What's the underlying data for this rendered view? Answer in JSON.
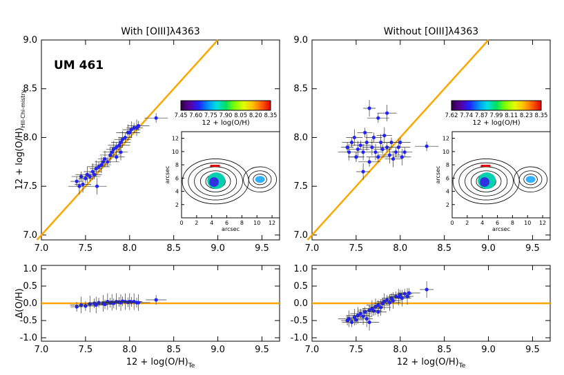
{
  "chart_data": [
    {
      "panel": "top-left",
      "type": "scatter",
      "title": "With [OIII]λ4363",
      "label": "UM 461",
      "ylabel": "12 + log(O/H)",
      "ylabel_sub": "HII-Chi-mistry",
      "xlim": [
        7.0,
        9.7
      ],
      "ylim": [
        6.95,
        9.0
      ],
      "xticks": [
        "7.0",
        "7.5",
        "8.0",
        "8.5",
        "9.0",
        "9.5"
      ],
      "yticks": [
        "7.0",
        "7.5",
        "8.0",
        "8.5",
        "9.0"
      ],
      "one_to_one_line": true,
      "line_color": "#ffa500",
      "point_color": "#1a1aff",
      "points": [
        [
          7.4,
          7.55
        ],
        [
          7.43,
          7.5
        ],
        [
          7.45,
          7.6
        ],
        [
          7.47,
          7.52
        ],
        [
          7.5,
          7.58
        ],
        [
          7.52,
          7.62
        ],
        [
          7.55,
          7.6
        ],
        [
          7.58,
          7.65
        ],
        [
          7.6,
          7.62
        ],
        [
          7.62,
          7.68
        ],
        [
          7.65,
          7.7
        ],
        [
          7.68,
          7.72
        ],
        [
          7.7,
          7.75
        ],
        [
          7.72,
          7.78
        ],
        [
          7.75,
          7.75
        ],
        [
          7.78,
          7.82
        ],
        [
          7.8,
          7.85
        ],
        [
          7.82,
          7.88
        ],
        [
          7.85,
          7.9
        ],
        [
          7.88,
          7.92
        ],
        [
          7.9,
          7.95
        ],
        [
          7.92,
          7.98
        ],
        [
          7.95,
          8.0
        ],
        [
          7.98,
          8.05
        ],
        [
          8.0,
          8.05
        ],
        [
          8.02,
          8.08
        ],
        [
          8.05,
          8.1
        ],
        [
          8.08,
          8.1
        ],
        [
          8.1,
          8.12
        ],
        [
          7.63,
          7.5
        ],
        [
          7.85,
          7.8
        ],
        [
          7.9,
          7.85
        ],
        [
          8.3,
          8.2
        ]
      ],
      "colorbar": {
        "ticks": [
          "7.45",
          "7.60",
          "7.75",
          "7.90",
          "8.05",
          "8.20",
          "8.35"
        ],
        "label": "12 + log(O/H)"
      },
      "inset": {
        "xticks": [
          "0",
          "2",
          "4",
          "6",
          "8",
          "10",
          "12"
        ],
        "yticks": [
          "2",
          "4",
          "6",
          "8",
          "10",
          "12"
        ],
        "xlabel": "arcsec",
        "ylabel": "arcsec"
      }
    },
    {
      "panel": "top-right",
      "type": "scatter",
      "title": "Without [OIII]λ4363",
      "xlim": [
        7.0,
        9.7
      ],
      "ylim": [
        6.95,
        9.0
      ],
      "xticks": [
        "7.0",
        "7.5",
        "8.0",
        "8.5",
        "9.0",
        "9.5"
      ],
      "yticks": [
        "7.0",
        "7.5",
        "8.0",
        "8.5",
        "9.0"
      ],
      "one_to_one_line": true,
      "line_color": "#ffa500",
      "point_color": "#1a1aff",
      "points": [
        [
          7.4,
          7.9
        ],
        [
          7.42,
          7.85
        ],
        [
          7.45,
          7.95
        ],
        [
          7.48,
          8.0
        ],
        [
          7.5,
          7.8
        ],
        [
          7.52,
          7.88
        ],
        [
          7.55,
          7.92
        ],
        [
          7.58,
          7.85
        ],
        [
          7.6,
          8.05
        ],
        [
          7.62,
          7.95
        ],
        [
          7.65,
          7.75
        ],
        [
          7.68,
          7.9
        ],
        [
          7.7,
          8.0
        ],
        [
          7.72,
          7.85
        ],
        [
          7.75,
          7.8
        ],
        [
          7.78,
          7.95
        ],
        [
          7.8,
          7.88
        ],
        [
          7.82,
          8.02
        ],
        [
          7.85,
          7.9
        ],
        [
          7.88,
          7.82
        ],
        [
          7.9,
          7.95
        ],
        [
          7.92,
          7.78
        ],
        [
          7.95,
          7.85
        ],
        [
          7.98,
          7.9
        ],
        [
          8.0,
          7.95
        ],
        [
          8.02,
          7.8
        ],
        [
          8.05,
          7.85
        ],
        [
          7.65,
          8.3
        ],
        [
          7.75,
          8.2
        ],
        [
          7.85,
          8.25
        ],
        [
          7.5,
          7.8
        ],
        [
          7.58,
          7.65
        ],
        [
          8.3,
          7.91
        ]
      ],
      "colorbar": {
        "ticks": [
          "7.62",
          "7.74",
          "7.87",
          "7.99",
          "8.11",
          "8.23",
          "8.35"
        ],
        "label": "12 + log(O/H)"
      },
      "inset": {
        "xticks": [
          "0",
          "2",
          "4",
          "6",
          "8",
          "10",
          "12"
        ],
        "yticks": [
          "2",
          "4",
          "6",
          "8",
          "10",
          "12"
        ],
        "xlabel": "arcsec",
        "ylabel": "arcsec"
      }
    },
    {
      "panel": "bottom-left",
      "type": "scatter",
      "xlabel": "12 + log(O/H)",
      "xlabel_sub": "Te",
      "ylabel": "Δ(O/H)",
      "xlim": [
        7.0,
        9.7
      ],
      "ylim": [
        -1.1,
        1.1
      ],
      "xticks": [
        "7.0",
        "7.5",
        "8.0",
        "8.5",
        "9.0",
        "9.5"
      ],
      "yticks": [
        "-1.0",
        "-0.5",
        "0.0",
        "0.5",
        "1.0"
      ],
      "zero_line": true,
      "points": [
        [
          7.4,
          -0.1
        ],
        [
          7.45,
          -0.05
        ],
        [
          7.5,
          -0.08
        ],
        [
          7.55,
          -0.02
        ],
        [
          7.6,
          0.0
        ],
        [
          7.62,
          -0.05
        ],
        [
          7.65,
          0.02
        ],
        [
          7.7,
          0.0
        ],
        [
          7.72,
          -0.03
        ],
        [
          7.75,
          0.05
        ],
        [
          7.78,
          0.02
        ],
        [
          7.8,
          0.03
        ],
        [
          7.82,
          0.0
        ],
        [
          7.85,
          0.05
        ],
        [
          7.88,
          0.04
        ],
        [
          7.9,
          0.02
        ],
        [
          7.92,
          0.06
        ],
        [
          7.95,
          0.05
        ],
        [
          7.98,
          0.03
        ],
        [
          8.0,
          0.05
        ],
        [
          8.02,
          0.04
        ],
        [
          8.05,
          0.05
        ],
        [
          8.08,
          0.02
        ],
        [
          8.1,
          0.02
        ],
        [
          8.3,
          0.1
        ]
      ]
    },
    {
      "panel": "bottom-right",
      "type": "scatter",
      "xlabel": "12 + log(O/H)",
      "xlabel_sub": "Te",
      "xlim": [
        7.0,
        9.7
      ],
      "ylim": [
        -1.1,
        1.1
      ],
      "xticks": [
        "7.0",
        "7.5",
        "8.0",
        "8.5",
        "9.0",
        "9.5"
      ],
      "yticks": [
        "-1.0",
        "-0.5",
        "0.0",
        "0.5",
        "1.0"
      ],
      "zero_line": true,
      "points": [
        [
          7.4,
          -0.5
        ],
        [
          7.42,
          -0.45
        ],
        [
          7.45,
          -0.55
        ],
        [
          7.48,
          -0.4
        ],
        [
          7.5,
          -0.48
        ],
        [
          7.52,
          -0.35
        ],
        [
          7.55,
          -0.3
        ],
        [
          7.58,
          -0.38
        ],
        [
          7.6,
          -0.25
        ],
        [
          7.62,
          -0.45
        ],
        [
          7.65,
          -0.2
        ],
        [
          7.68,
          -0.15
        ],
        [
          7.7,
          -0.22
        ],
        [
          7.72,
          -0.1
        ],
        [
          7.75,
          -0.05
        ],
        [
          7.78,
          -0.12
        ],
        [
          7.8,
          0.0
        ],
        [
          7.82,
          0.05
        ],
        [
          7.85,
          0.1
        ],
        [
          7.88,
          0.02
        ],
        [
          7.9,
          0.15
        ],
        [
          7.92,
          0.08
        ],
        [
          7.95,
          0.2
        ],
        [
          7.98,
          0.18
        ],
        [
          8.0,
          0.25
        ],
        [
          8.02,
          0.15
        ],
        [
          8.05,
          0.28
        ],
        [
          8.08,
          0.2
        ],
        [
          8.1,
          0.3
        ],
        [
          7.65,
          -0.55
        ],
        [
          7.75,
          -0.25
        ],
        [
          8.3,
          0.4
        ]
      ]
    }
  ]
}
